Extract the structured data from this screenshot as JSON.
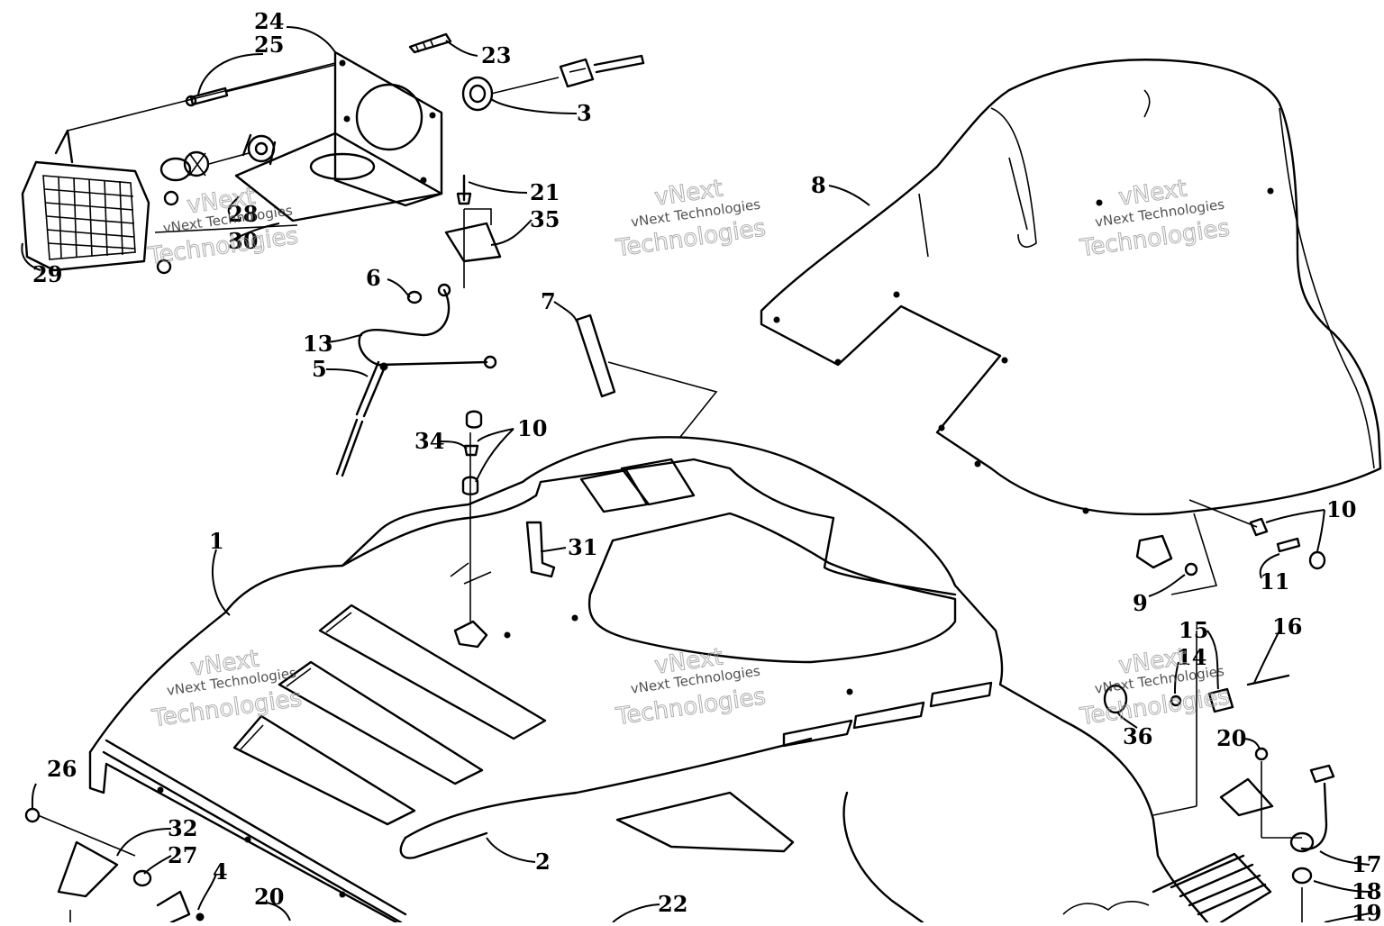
{
  "diagram": {
    "callouts": [
      {
        "id": "c24",
        "label": "24"
      },
      {
        "id": "c25",
        "label": "25"
      },
      {
        "id": "c23",
        "label": "23"
      },
      {
        "id": "c3",
        "label": "3"
      },
      {
        "id": "c21",
        "label": "21"
      },
      {
        "id": "c35",
        "label": "35"
      },
      {
        "id": "c28",
        "label": "28"
      },
      {
        "id": "c30",
        "label": "30"
      },
      {
        "id": "c29",
        "label": "29"
      },
      {
        "id": "c6",
        "label": "6"
      },
      {
        "id": "c7",
        "label": "7"
      },
      {
        "id": "c13",
        "label": "13"
      },
      {
        "id": "c5",
        "label": "5"
      },
      {
        "id": "c34",
        "label": "34"
      },
      {
        "id": "c10a",
        "label": "10"
      },
      {
        "id": "c8",
        "label": "8"
      },
      {
        "id": "c1",
        "label": "1"
      },
      {
        "id": "c31",
        "label": "31"
      },
      {
        "id": "c10b",
        "label": "10"
      },
      {
        "id": "c11",
        "label": "11"
      },
      {
        "id": "c9",
        "label": "9"
      },
      {
        "id": "c15",
        "label": "15"
      },
      {
        "id": "c14",
        "label": "14"
      },
      {
        "id": "c16",
        "label": "16"
      },
      {
        "id": "c36",
        "label": "36"
      },
      {
        "id": "c20a",
        "label": "20"
      },
      {
        "id": "c26",
        "label": "26"
      },
      {
        "id": "c32",
        "label": "32"
      },
      {
        "id": "c27",
        "label": "27"
      },
      {
        "id": "c4",
        "label": "4"
      },
      {
        "id": "c20b",
        "label": "20"
      },
      {
        "id": "c2",
        "label": "2"
      },
      {
        "id": "c22",
        "label": "22"
      },
      {
        "id": "c17",
        "label": "17"
      },
      {
        "id": "c18",
        "label": "18"
      },
      {
        "id": "c19",
        "label": "19"
      }
    ],
    "watermark": {
      "line1": "vNext Technologies",
      "line2": "vNext",
      "line3": "Technologies"
    }
  }
}
